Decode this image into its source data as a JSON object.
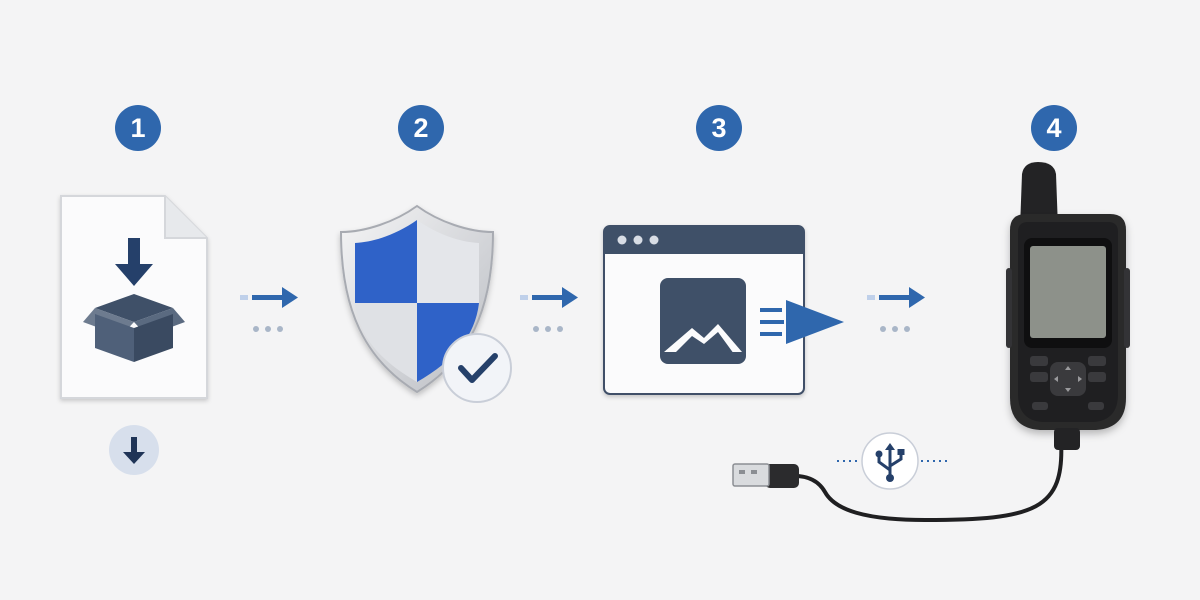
{
  "steps": [
    {
      "number": "1",
      "icon": "download-package-file-icon"
    },
    {
      "number": "2",
      "icon": "security-shield-check-icon"
    },
    {
      "number": "3",
      "icon": "map-image-window-send-icon"
    },
    {
      "number": "4",
      "icon": "handheld-gps-device-icon"
    }
  ],
  "connectors": [
    "arrow-right-icon",
    "arrow-right-icon",
    "arrow-right-icon"
  ],
  "usb": {
    "icon": "usb-icon",
    "cable": "usb-cable"
  },
  "colors": {
    "accent": "#2f67ad",
    "shield_blue": "#2f62c8",
    "dark_slate": "#3f5068",
    "device_body": "#2a2a2c",
    "screen": "#8d918a",
    "background": "#f4f4f5"
  }
}
